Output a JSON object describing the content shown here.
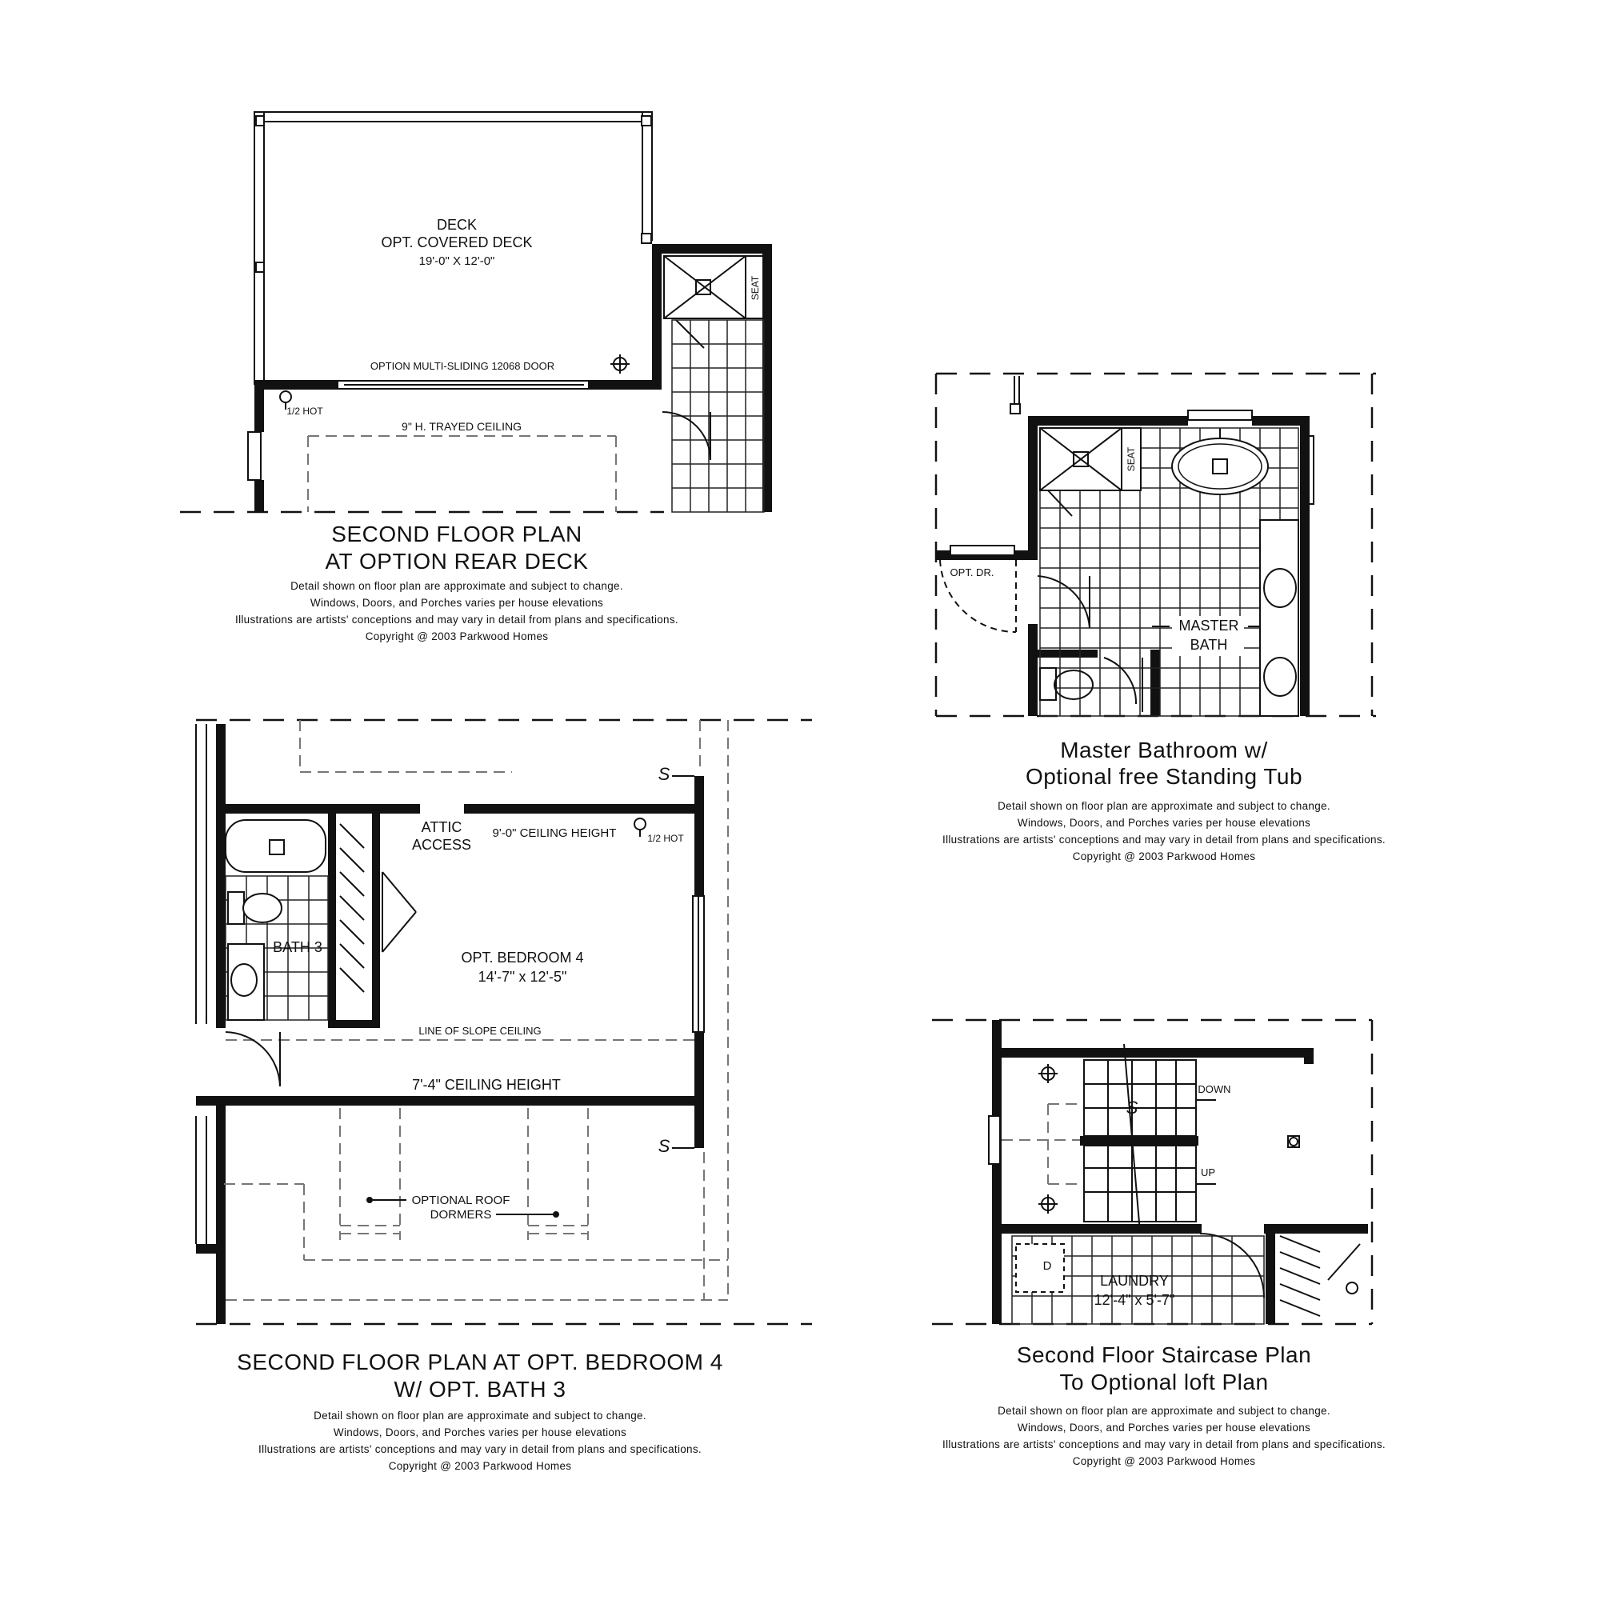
{
  "plan_rear_deck": {
    "deck_name": "DECK",
    "deck_option": "OPT. COVERED DECK",
    "deck_size": "19'-0\" X 12'-0\"",
    "door_note": "OPTION MULTI-SLIDING 12068 DOOR",
    "ceiling_note": "9\" H. TRAYED CEILING",
    "hot_note": "1/2 HOT",
    "seat_label": "SEAT",
    "title_line1": "SECOND FLOOR PLAN",
    "title_line2": "AT OPTION REAR DECK",
    "note1": "Detail shown on floor plan are approximate and subject to change.",
    "note2": "Windows, Doors, and Porches varies per house elevations",
    "note3": "Illustrations are artists' conceptions and may vary in detail from plans and specifications.",
    "note4": "Copyright @ 2003 Parkwood Homes"
  },
  "plan_master_bath": {
    "seat_label": "SEAT",
    "door_label": "OPT. DR.",
    "room_line1": "MASTER",
    "room_line2": "BATH",
    "title_line1": "Master Bathroom w/",
    "title_line2": "Optional free Standing Tub",
    "note1": "Detail shown on floor plan are approximate and subject to change.",
    "note2": "Windows, Doors, and Porches varies per house elevations",
    "note3": "Illustrations are artists' conceptions and may vary in detail from plans and specifications.",
    "note4": "Copyright @ 2003 Parkwood Homes"
  },
  "plan_bedroom4": {
    "attic_line1": "ATTIC",
    "attic_line2": "ACCESS",
    "ceiling_high": "9'-0\" CEILING HEIGHT",
    "hot_note": "1/2 HOT",
    "bath_label": "BATH 3",
    "room_name": "OPT. BEDROOM 4",
    "room_size": "14'-7\" x 12'-5\"",
    "slope_note": "LINE OF SLOPE CEILING",
    "ceiling_low": "7'-4\" CEILING HEIGHT",
    "dormer_line1": "OPTIONAL ROOF",
    "dormer_line2": "DORMERS",
    "switch_symbol": "S",
    "title_line1": "SECOND FLOOR PLAN AT OPT. BEDROOM 4",
    "title_line2": "W/ OPT. BATH 3",
    "note1": "Detail shown on floor plan are approximate and subject to change.",
    "note2": "Windows, Doors, and Porches varies per house elevations",
    "note3": "Illustrations are artists' conceptions and may vary in detail from plans and specifications.",
    "note4": "Copyright @ 2003 Parkwood Homes"
  },
  "plan_staircase": {
    "down_label": "DOWN",
    "up_label": "UP",
    "dryer_label": "D",
    "room_name": "LAUNDRY",
    "room_size": "12'-4\" x 5'-7\"",
    "switch_symbol": "S",
    "title_line1": "Second Floor Staircase Plan",
    "title_line2": "To Optional loft Plan",
    "note1": "Detail shown on floor plan are approximate and subject to change.",
    "note2": "Windows, Doors, and Porches varies per house elevations",
    "note3": "Illustrations are artists' conceptions and may vary in detail from plans and specifications.",
    "note4": "Copyright @ 2003 Parkwood Homes"
  }
}
